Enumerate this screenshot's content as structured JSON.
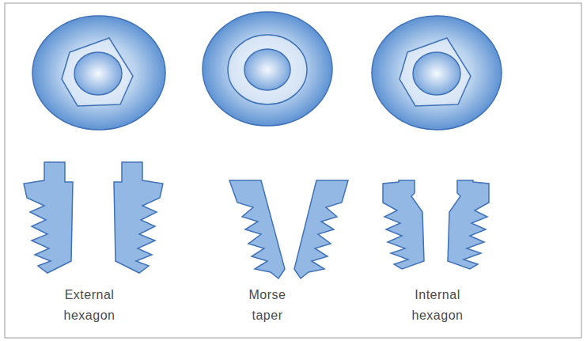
{
  "diagram": {
    "labels": [
      "External hexagon",
      "Morse taper",
      "Internal hexagon"
    ]
  }
}
